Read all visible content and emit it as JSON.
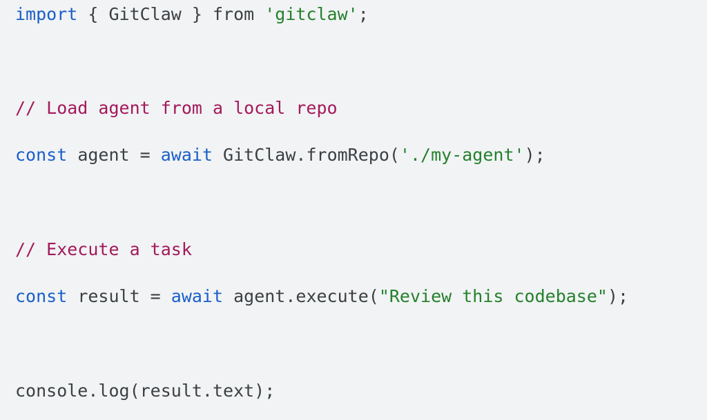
{
  "code": {
    "line1": {
      "kw_import": "import",
      "t1": " { GitClaw } from ",
      "str_module": "'gitclaw'",
      "t2": ";"
    },
    "line2": {
      "comment": "// Load agent from a local repo"
    },
    "line3": {
      "kw_const": "const",
      "t1": " agent = ",
      "kw_await": "await",
      "t2": " GitClaw.fromRepo(",
      "str_path": "'./my-agent'",
      "t3": ");"
    },
    "line4": {
      "comment": "// Execute a task"
    },
    "line5": {
      "kw_const": "const",
      "t1": " result = ",
      "kw_await": "await",
      "t2": " agent.execute(",
      "str_task": "\"Review this codebase\"",
      "t3": ");"
    },
    "line6": {
      "t1": "console.log(result.text);"
    }
  },
  "colors": {
    "background": "#f1f3f4",
    "keyword": "#1a5fc9",
    "string": "#25802d",
    "comment": "#a3195b",
    "text": "#3c4043"
  }
}
